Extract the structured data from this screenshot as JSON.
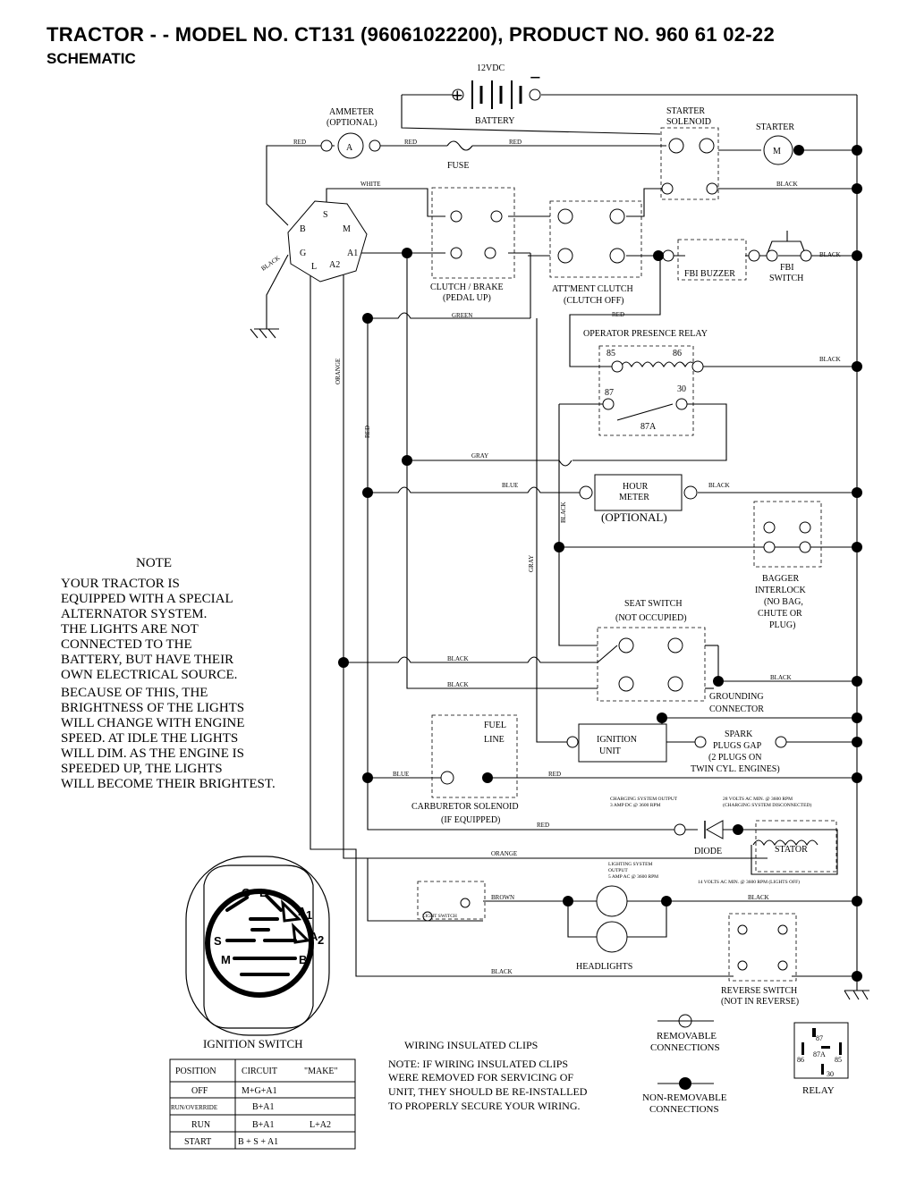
{
  "header": {
    "title": "TRACTOR - - MODEL NO. CT131 (96061022200), PRODUCT NO. 960 61 02-22",
    "subtitle": "SCHEMATIC"
  },
  "battery": {
    "voltage": "12VDC",
    "label": "BATTERY",
    "plus": "+",
    "minus": "−"
  },
  "ammeter": {
    "label": "AMMETER",
    "optional": "(OPTIONAL)",
    "symbol": "A"
  },
  "fuse": "FUSE",
  "starter_solenoid": {
    "line1": "STARTER",
    "line2": "SOLENOID"
  },
  "starter": {
    "label": "STARTER",
    "symbol": "M"
  },
  "ignition_terminals": {
    "b": "B",
    "s": "S",
    "m": "M",
    "g": "G",
    "l": "L",
    "a1": "A1",
    "a2": "A2"
  },
  "clutch_brake": {
    "line1": "CLUTCH / BRAKE",
    "line2": "(PEDAL UP)"
  },
  "attment_clutch": {
    "line1": "ATT'MENT CLUTCH",
    "line2": "(CLUTCH OFF)"
  },
  "fbi_buzzer": "FBI BUZZER",
  "fbi_switch": {
    "line1": "FBI",
    "line2": "SWITCH"
  },
  "relay_box": {
    "title": "OPERATOR PRESENCE RELAY",
    "t85": "85",
    "t86": "86",
    "t87": "87",
    "t30": "30",
    "t87a": "87A"
  },
  "hour_meter": {
    "line1": "HOUR",
    "line2": "METER",
    "optional": "(OPTIONAL)"
  },
  "bagger": {
    "line1": "BAGGER",
    "line2": "INTERLOCK",
    "line3": "(NO BAG,",
    "line4": "CHUTE OR",
    "line5": "PLUG)"
  },
  "seat_switch": {
    "line1": "SEAT SWITCH",
    "line2": "(NOT OCCUPIED)"
  },
  "grounding": {
    "line1": "GROUNDING",
    "line2": "CONNECTOR"
  },
  "fuel_line": {
    "line1": "FUEL",
    "line2": "LINE"
  },
  "ignition_unit": {
    "line1": "IGNITION",
    "line2": "UNIT"
  },
  "spark": {
    "line1": "SPARK",
    "line2": "PLUGS GAP",
    "line3": "(2 PLUGS ON",
    "line4": "TWIN CYL. ENGINES)"
  },
  "carb_solenoid": {
    "line1": "CARBURETOR SOLENOID",
    "line2": "(IF EQUIPPED)"
  },
  "charging": {
    "line1": "CHARGING SYSTEM OUTPUT",
    "line2": "3 AMP DC @ 3600 RPM",
    "ac1": "28 VOLTS AC MIN. @ 3600 RPM",
    "ac2": "(CHARGING SYSTEM DISCONNECTED)"
  },
  "diode": "DIODE",
  "stator": "STATOR",
  "lighting": {
    "line1": "LIGHTING SYSTEM",
    "line2": "OUTPUT",
    "line3": "5 AMP AC @ 3600 RPM",
    "ac": "14 VOLTS AC MIN. @ 3600 RPM (LIGHTS OFF)"
  },
  "light_switch": "LIGHT SWITCH",
  "headlights": "HEADLIGHTS",
  "reverse_switch": {
    "line1": "REVERSE SWITCH",
    "line2": "(NOT IN REVERSE)"
  },
  "wire_colors": {
    "red": "RED",
    "white": "WHITE",
    "black": "BLACK",
    "green": "GREEN",
    "orange": "ORANGE",
    "gray": "GRAY",
    "blue": "BLUE",
    "brown": "BROWN"
  },
  "note": {
    "heading": "NOTE",
    "lines": [
      "YOUR TRACTOR IS",
      "EQUIPPED WITH A SPECIAL",
      "ALTERNATOR SYSTEM.",
      "THE LIGHTS ARE NOT",
      "CONNECTED TO THE",
      "BATTERY, BUT HAVE THEIR",
      "OWN ELECTRICAL SOURCE.",
      "BECAUSE OF THIS, THE",
      "BRIGHTNESS OF THE LIGHTS",
      "WILL CHANGE WITH ENGINE",
      "SPEED.  AT IDLE THE LIGHTS",
      "WILL DIM.  AS THE ENGINE IS",
      "SPEEDED UP, THE LIGHTS",
      "WILL BECOME THEIR BRIGHTEST."
    ]
  },
  "ignition_switch": {
    "title": "IGNITION SWITCH",
    "pins": {
      "g": "G",
      "l": "L",
      "a1": "A",
      "a1sub": "1",
      "a2": "A",
      "a2sub": "2",
      "s": "S",
      "m": "M",
      "b": "B"
    }
  },
  "ign_table": {
    "headers": [
      "POSITION",
      "CIRCUIT",
      "\"MAKE\""
    ],
    "rows": [
      [
        "OFF",
        "M+G+A1",
        ""
      ],
      [
        "RUN/OVERRIDE",
        "B+A1",
        ""
      ],
      [
        "RUN",
        "B+A1",
        "L+A2"
      ],
      [
        "START",
        "B + S + A1",
        ""
      ]
    ]
  },
  "clips": {
    "title": "WIRING INSULATED CLIPS",
    "lines": [
      "NOTE:  IF WIRING INSULATED CLIPS",
      "WERE REMOVED FOR SERVICING OF",
      " UNIT, THEY SHOULD BE RE-INSTALLED",
      "TO PROPERLY SECURE YOUR WIRING."
    ]
  },
  "legend": {
    "removable1": "REMOVABLE",
    "removable2": "CONNECTIONS",
    "nonremovable1": "NON-REMOVABLE",
    "nonremovable2": "CONNECTIONS"
  },
  "relay_legend": {
    "label": "RELAY",
    "p87": "87",
    "p87a": "87A",
    "p86": "86",
    "p85": "85",
    "p30": "30"
  }
}
